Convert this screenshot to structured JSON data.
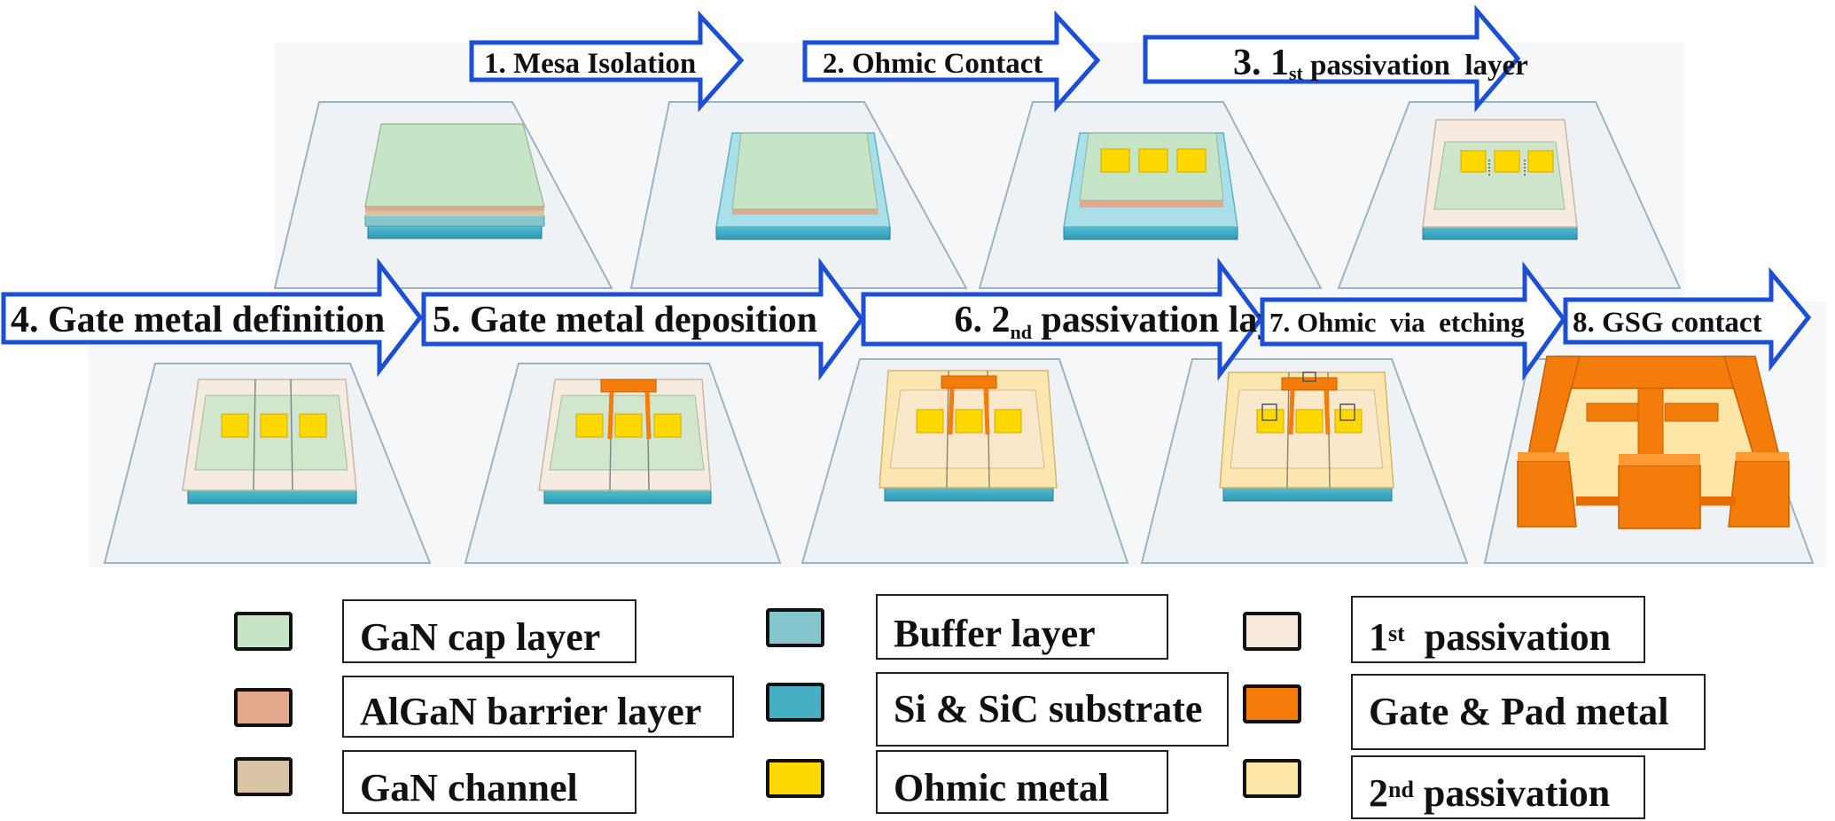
{
  "steps": [
    {
      "label": "1. Mesa Isolation"
    },
    {
      "label": "2. Ohmic Contact"
    },
    {
      "prefix": "3. 1",
      "sub": "st",
      "suffix": " passivation  layer"
    },
    {
      "label": "4. Gate metal definition"
    },
    {
      "label": "5. Gate metal deposition"
    },
    {
      "prefix": "6. 2",
      "sub": "nd",
      "suffix": " passivation layer"
    },
    {
      "label": "7. Ohmic  via  etching"
    },
    {
      "label": "8. GSG contact"
    }
  ],
  "legend": [
    {
      "label": "GaN cap layer",
      "color": "#c6e4c6"
    },
    {
      "label": "AlGaN barrier layer",
      "color": "#e3a98d"
    },
    {
      "label": "GaN  channel",
      "color": "#d8c3a5"
    },
    {
      "label": "Buffer layer",
      "color": "#86c6cf"
    },
    {
      "label": "Si & SiC substrate",
      "color": "#45afc4"
    },
    {
      "label": "Ohmic metal",
      "color": "#ffd800"
    },
    {
      "prefix": "1",
      "sup": "st",
      "suffix": "  passivation",
      "color": "#f7eadc"
    },
    {
      "label": "Gate & Pad metal",
      "color": "#f47c0b"
    },
    {
      "prefix": "2",
      "sup": "nd",
      "suffix": " passivation",
      "color": "#fde6a8"
    }
  ],
  "colors": {
    "arrow_border": "#1c4fd6",
    "platform_fill": "#ecf1f4",
    "platform_stroke": "#9ab4c6"
  }
}
